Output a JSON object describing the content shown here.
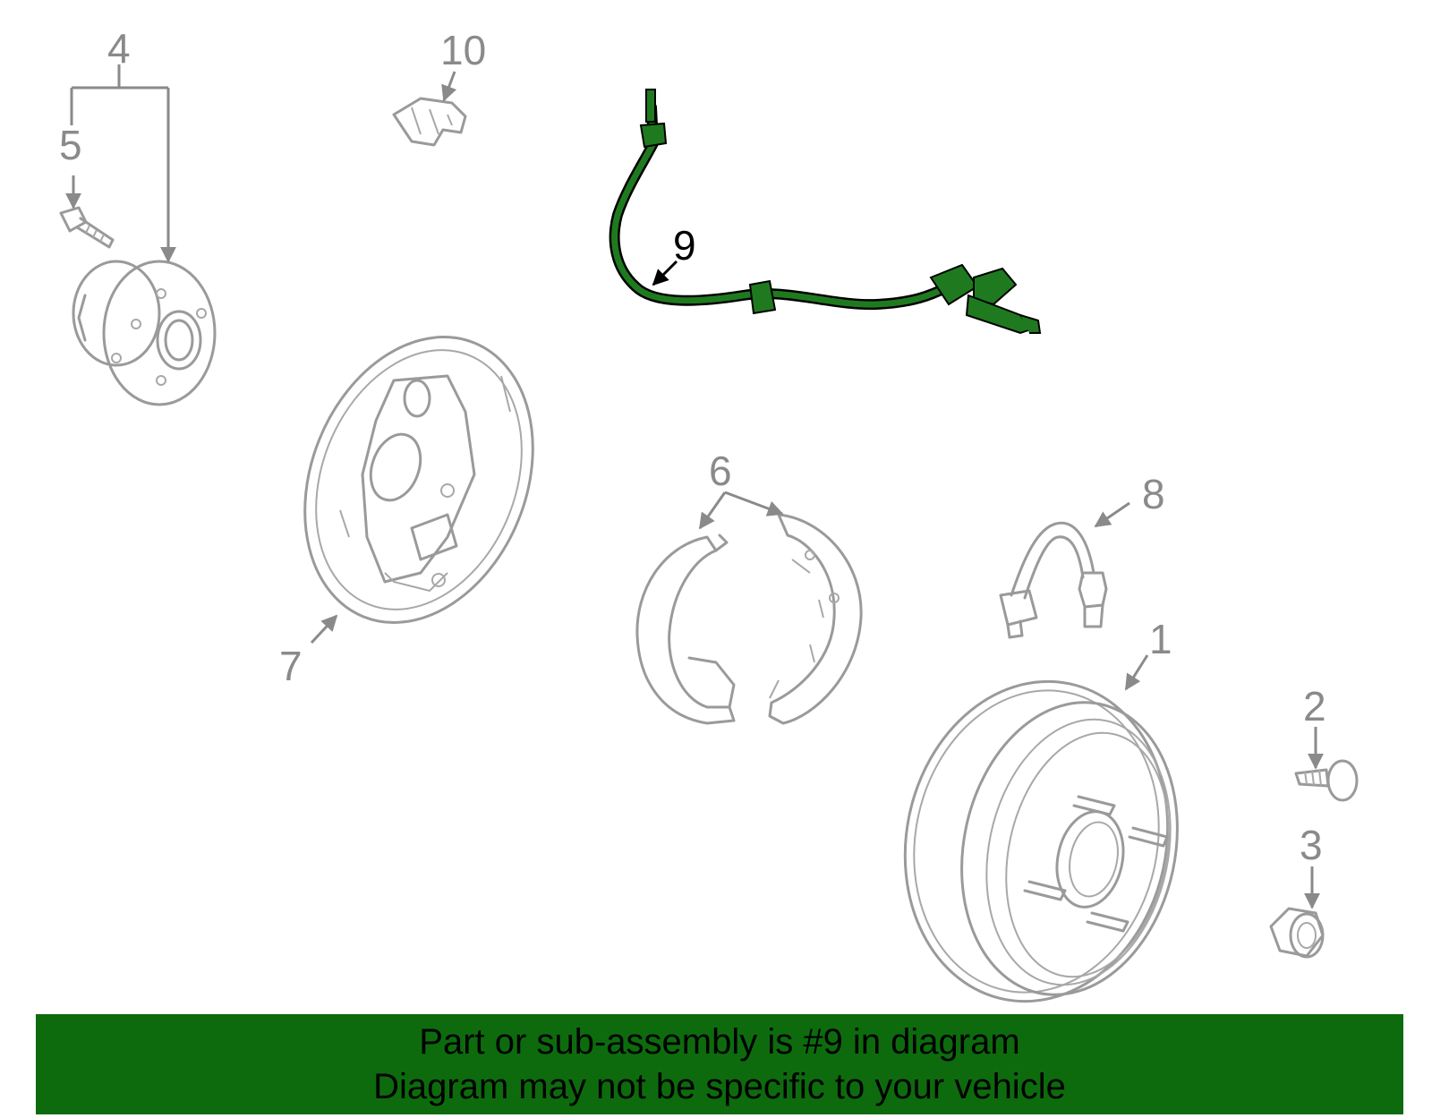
{
  "diagram": {
    "highlighted_part": "9",
    "highlight_color": "#1f7a1f",
    "banner_color": "#0d6b0d",
    "callouts": {
      "c1": "1",
      "c2": "2",
      "c3": "3",
      "c4": "4",
      "c5": "5",
      "c6": "6",
      "c7": "7",
      "c8": "8",
      "c9": "9",
      "c10": "10"
    }
  },
  "banner": {
    "line1": "Part or sub-assembly is #9 in diagram",
    "line2": "Diagram may not be specific to your vehicle"
  }
}
